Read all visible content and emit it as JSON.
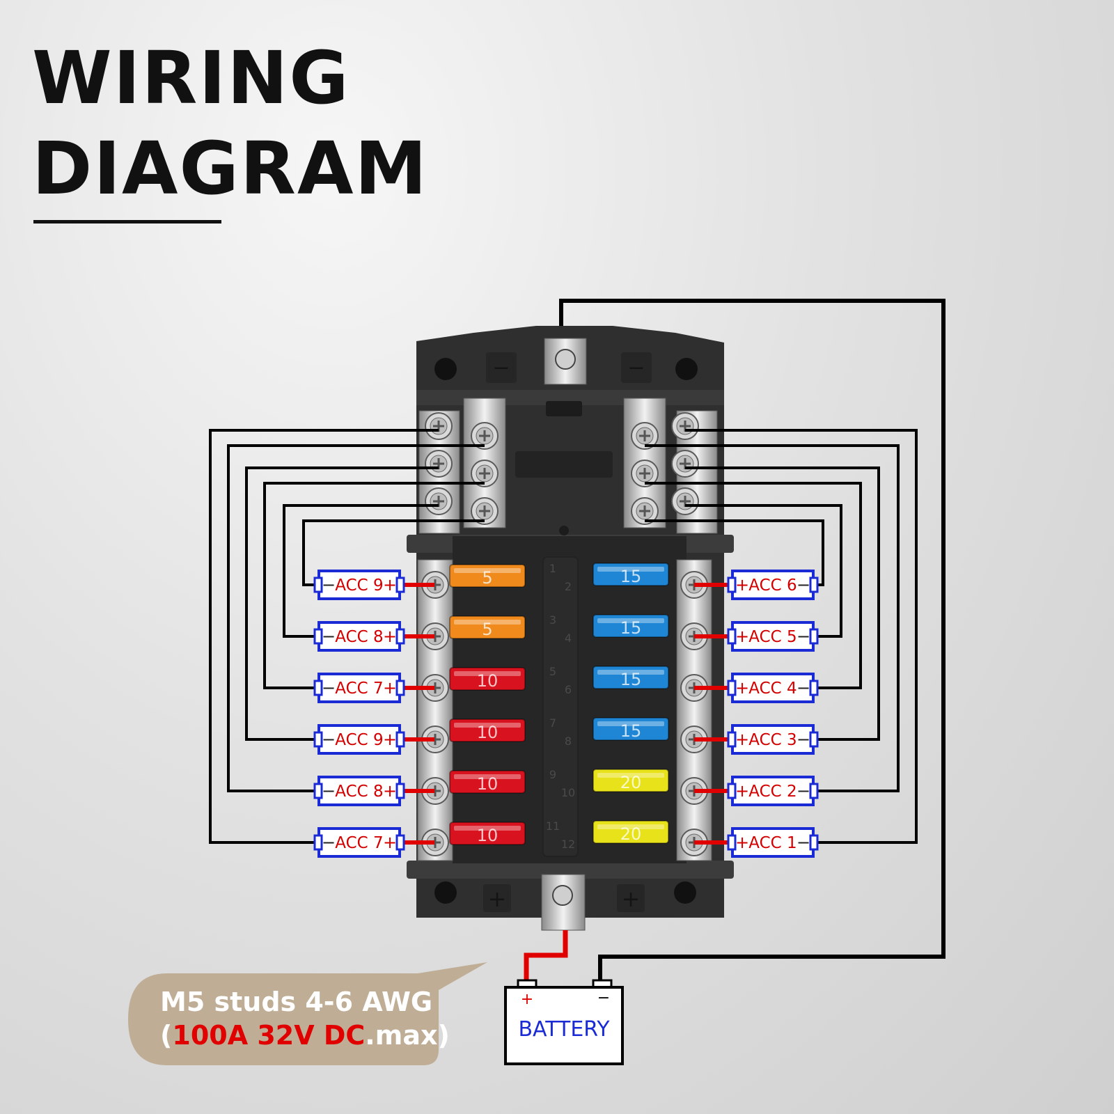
{
  "title": {
    "line1": "WIRING",
    "line2": "DIAGRAM"
  },
  "fuse_block": {
    "top_post": "−",
    "bottom_post": "+",
    "left_fuses": [
      "5",
      "5",
      "10",
      "10",
      "10",
      "10"
    ],
    "right_fuses": [
      "15",
      "15",
      "15",
      "15",
      "20",
      "20"
    ],
    "position_numbers": [
      "1",
      "2",
      "3",
      "4",
      "5",
      "6",
      "7",
      "8",
      "9",
      "10",
      "11",
      "12"
    ]
  },
  "accessories": {
    "left": [
      {
        "minus": "−",
        "label": "ACC 9",
        "plus": "+"
      },
      {
        "minus": "−",
        "label": "ACC 8",
        "plus": "+"
      },
      {
        "minus": "−",
        "label": "ACC 7",
        "plus": "+"
      },
      {
        "minus": "−",
        "label": "ACC 9",
        "plus": "+"
      },
      {
        "minus": "−",
        "label": "ACC 8",
        "plus": "+"
      },
      {
        "minus": "−",
        "label": "ACC 7",
        "plus": "+"
      }
    ],
    "right": [
      {
        "plus": "+",
        "label": "ACC 6",
        "minus": "−"
      },
      {
        "plus": "+",
        "label": "ACC 5",
        "minus": "−"
      },
      {
        "plus": "+",
        "label": "ACC 4",
        "minus": "−"
      },
      {
        "plus": "+",
        "label": "ACC 3",
        "minus": "−"
      },
      {
        "plus": "+",
        "label": "ACC 2",
        "minus": "−"
      },
      {
        "plus": "+",
        "label": "ACC 1",
        "minus": "−"
      }
    ]
  },
  "battery": {
    "label": "BATTERY",
    "plus": "+",
    "minus": "−"
  },
  "spec": {
    "line1": "M5 studs 4-6 AWG",
    "open": "(",
    "red": "100A 32V DC",
    "rest": ".max)"
  },
  "colors": {
    "fuse_5": "#f08a1c",
    "fuse_10": "#d8121e",
    "fuse_15": "#1f86d6",
    "fuse_20": "#e8e21a",
    "wire_positive": "#e00000",
    "wire_ground": "#000000",
    "label_border": "#1a2bd6"
  }
}
